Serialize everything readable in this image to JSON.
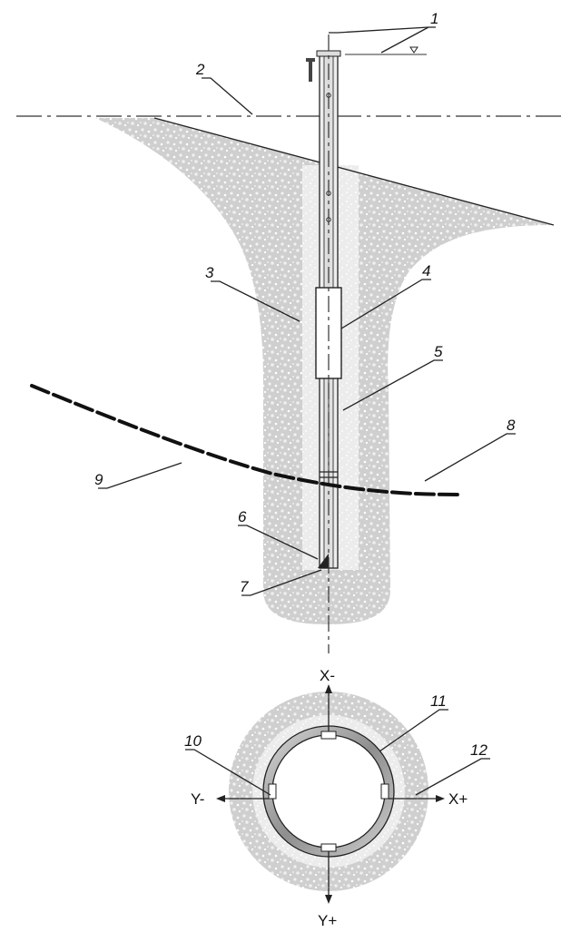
{
  "callouts": {
    "c1": "1",
    "c2": "2",
    "c3": "3",
    "c4": "4",
    "c5": "5",
    "c6": "6",
    "c7": "7",
    "c8": "8",
    "c9": "9",
    "c10": "10",
    "c11": "11",
    "c12": "12"
  },
  "axes": {
    "x_minus": "X-",
    "x_plus": "X+",
    "y_minus": "Y-",
    "y_plus": "Y+"
  },
  "colors": {
    "fill_gravel": "#c9c9c9",
    "fill_sand": "#e6e6e6",
    "casing_outer": "#8c8c8c",
    "casing_inner": "#d6d6d6"
  }
}
